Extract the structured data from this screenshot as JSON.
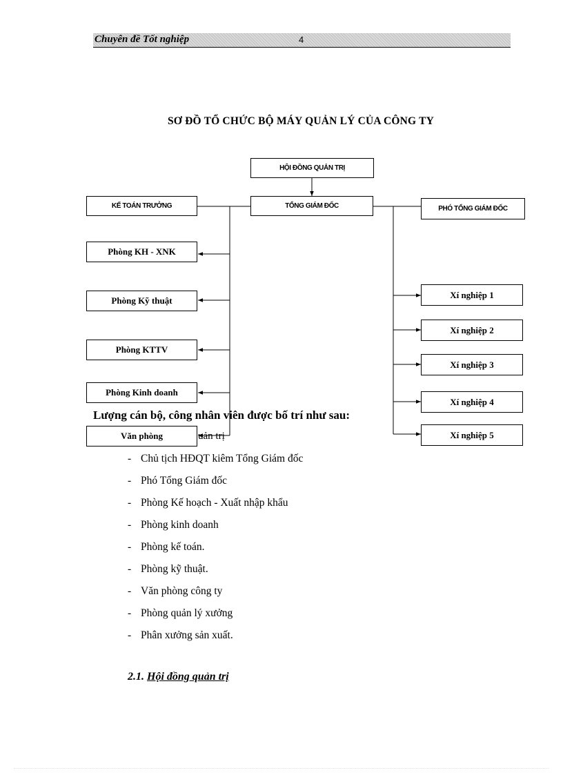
{
  "header": {
    "title": "Chuyên đề Tốt nghiệp",
    "page_number": "4"
  },
  "chart_title": "SƠ ĐỒ TỔ CHỨC BỘ MÁY QUẢN LÝ CỦA CÔNG TY",
  "org_chart": {
    "board": "HỘI ĐỒNG QUẢN TRỊ",
    "ceo": "TỔNG GIÁM ĐỐC",
    "chief_accountant": "KẾ TOÁN TRƯỞNG",
    "deputy_ceo": "PHÓ TỔNG GIÁM ĐỐC",
    "departments": [
      "Phòng KH - XNK",
      "Phòng Kỹ thuật",
      "Phòng KTTV",
      "Phòng Kinh doanh",
      "Văn phòng"
    ],
    "factories": [
      "Xí nghiệp 1",
      "Xí nghiệp 2",
      "Xí nghiệp 3",
      "Xí nghiệp 4",
      "Xí nghiệp 5"
    ]
  },
  "body": {
    "intro": "Lượng cán bộ, công nhân viên được bố trí như sau:",
    "overlapped_text": "uản trị",
    "list_items": [
      "Chủ tịch HĐQT kiêm Tổng Giám đốc",
      "Phó Tổng Giám đốc",
      "Phòng Kế hoạch - Xuất nhập khẩu",
      "Phòng kinh doanh",
      "Phòng kế toán.",
      "Phòng kỹ thuật.",
      "Văn phòng công ty",
      "Phòng quản lý xưởng",
      "Phân xưởng sản xuất."
    ],
    "list_bullet": "-",
    "section_number": "2.1.",
    "section_title": "Hội đồng quản trị"
  }
}
